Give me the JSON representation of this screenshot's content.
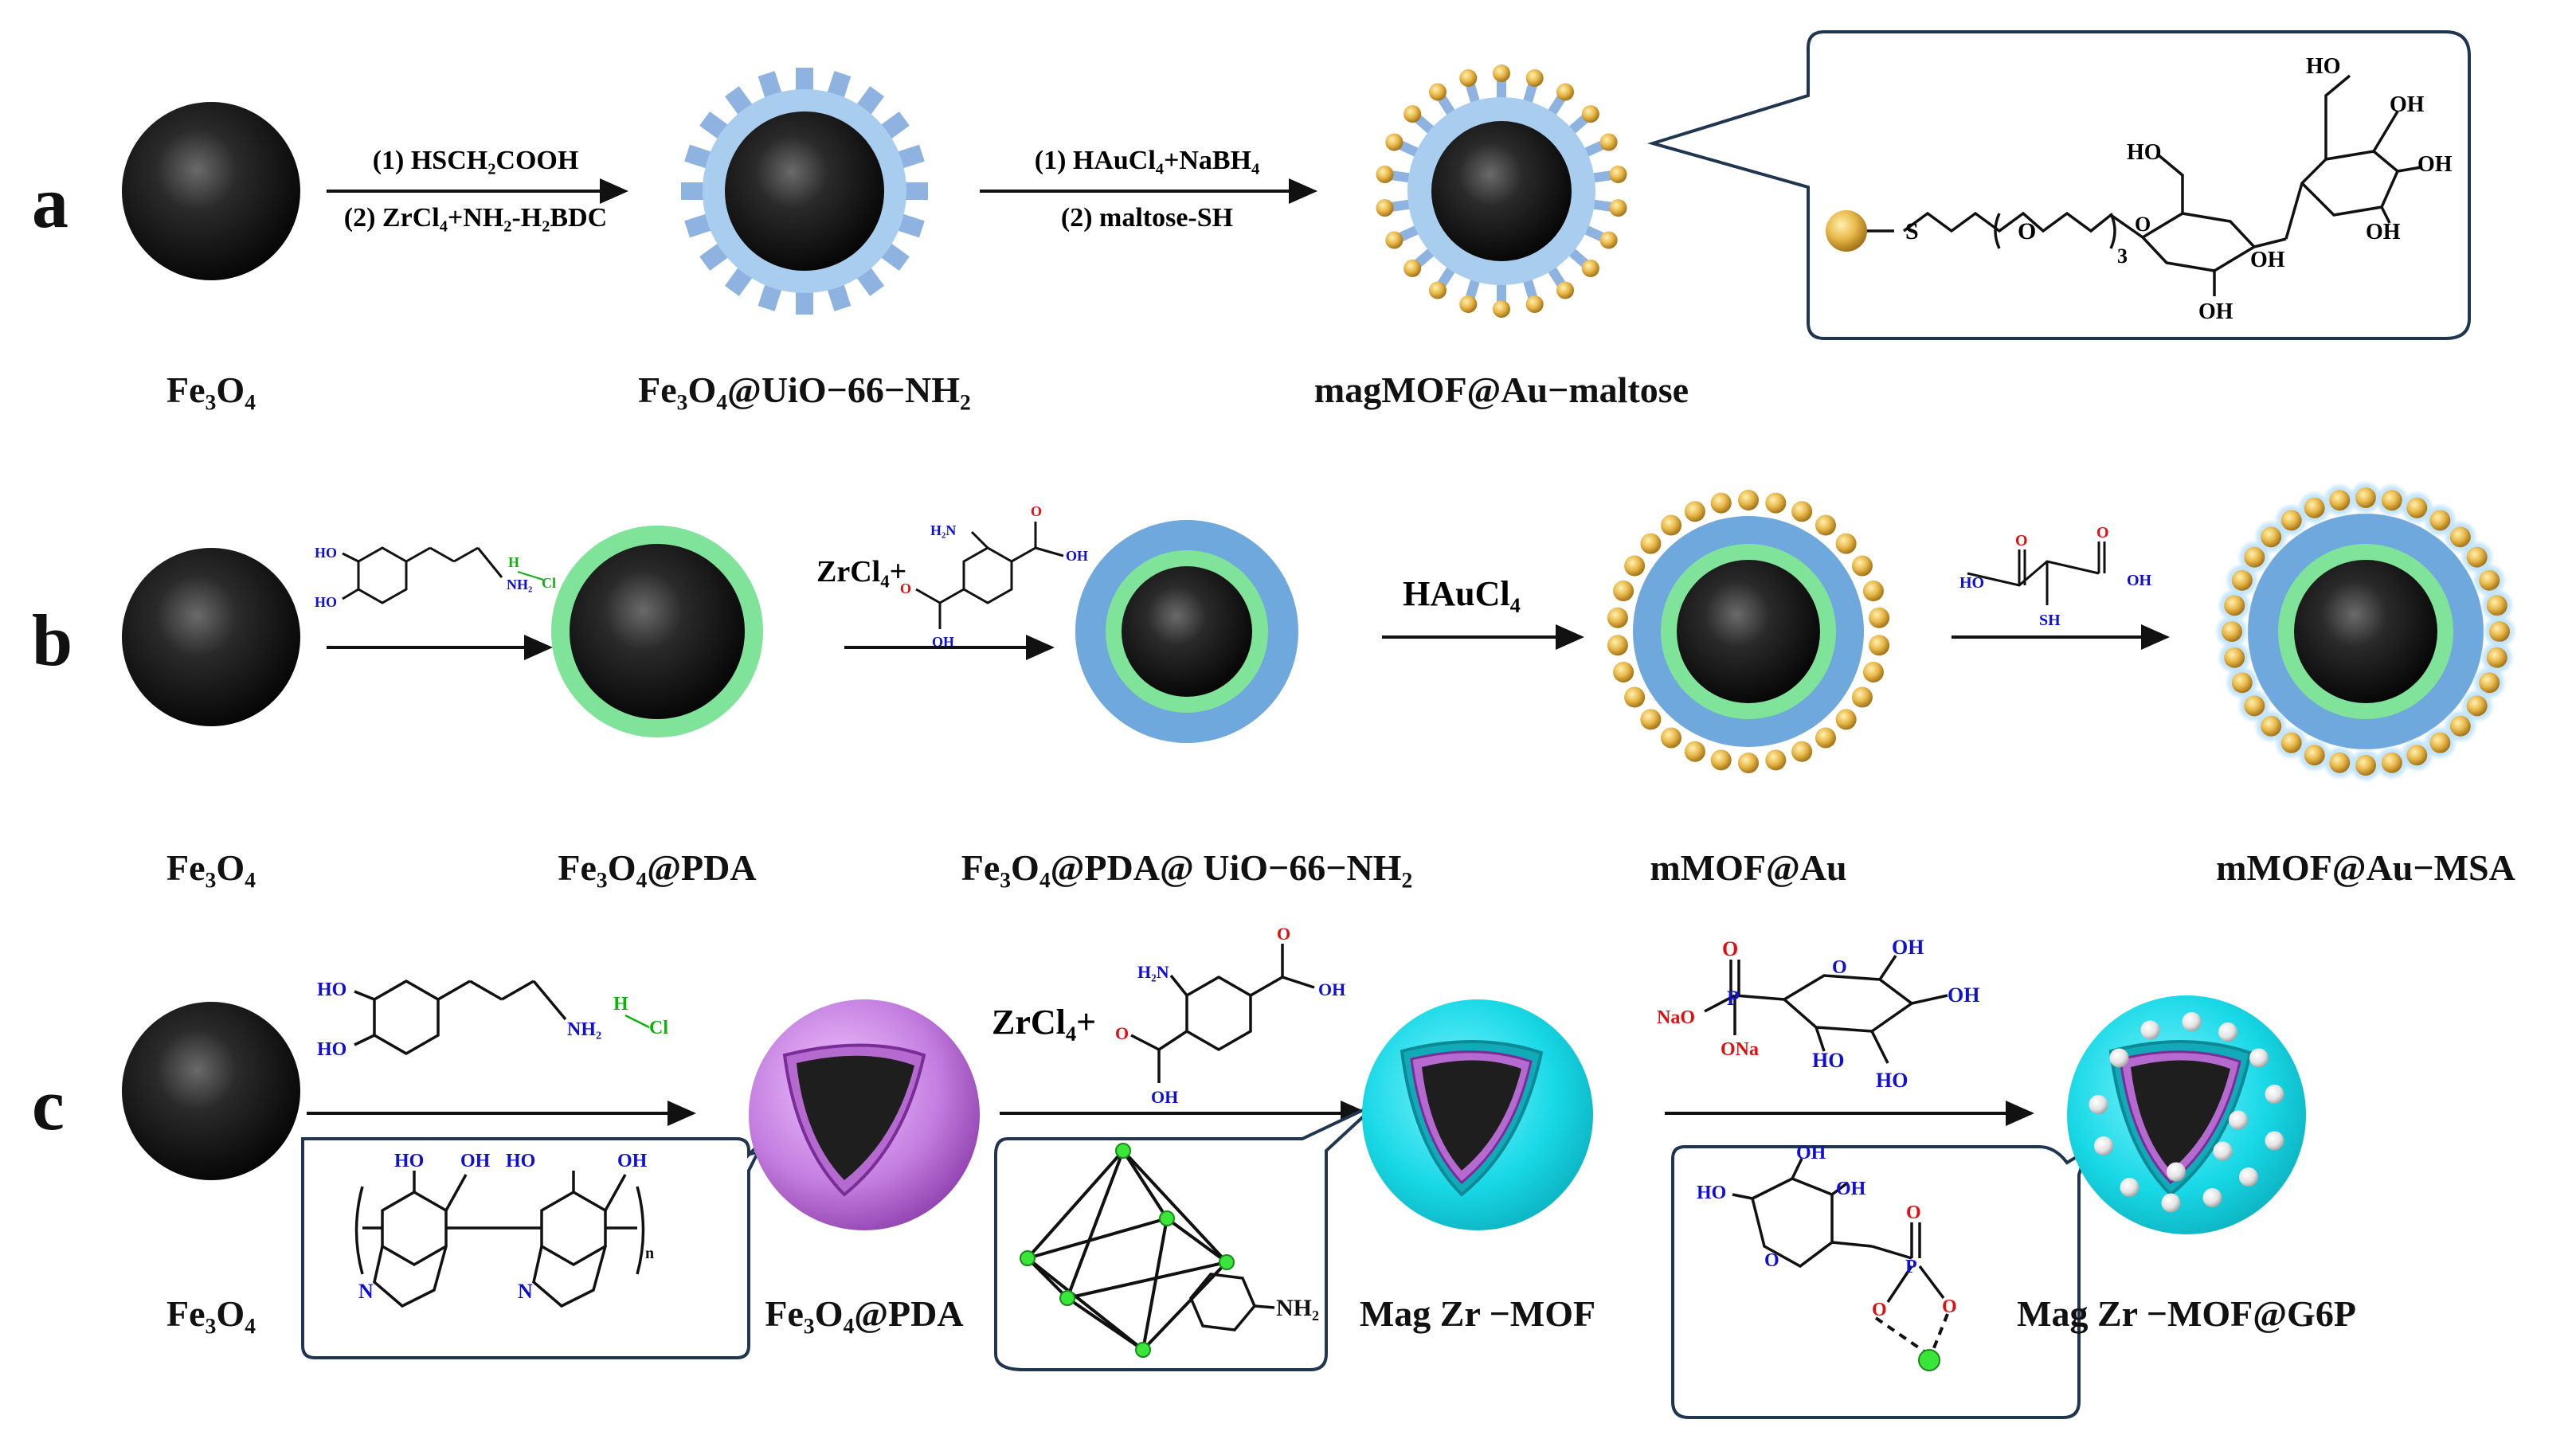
{
  "panels": {
    "a": {
      "letter": "a",
      "step1_line1": "(1) HSCH₂COOH",
      "step1_line2": "(2) ZrCl₄+NH₂-H₂BDC",
      "step2_line1": "(1) HAuCl₄+NaBH₄",
      "step2_line2": "(2) maltose-SH",
      "labels": [
        "Fe₃O₄",
        "Fe₃O₄@UiO−66−NH₂",
        "magMOF@Au−maltose"
      ],
      "ligand_atoms": {
        "s": "S",
        "o": "O",
        "sub3": "3",
        "oh": "OH",
        "ho": "HO"
      }
    },
    "b": {
      "letter": "b",
      "reagent2": "ZrCl₄+",
      "reagent3": "HAuCl₄",
      "labels": [
        "Fe₃O₄",
        "Fe₃O₄@PDA",
        "Fe₃O₄@PDA@ UiO−66−NH₂",
        "mMOF@Au",
        "mMOF@Au−MSA"
      ],
      "atoms": {
        "ho": "HO",
        "oh": "OH",
        "nh2": "NH₂",
        "h": "H",
        "cl": "Cl",
        "h2n": "H₂N",
        "o": "O",
        "sh": "SH"
      }
    },
    "c": {
      "letter": "c",
      "reagent2": "ZrCl₄+",
      "labels": [
        "Fe₃O₄",
        "Fe₃O₄@PDA",
        "Mag Zr −MOF",
        "Mag Zr −MOF@G6P"
      ],
      "atoms": {
        "ho": "HO",
        "oh": "OH",
        "nh2": "NH₂",
        "h": "H",
        "cl": "Cl",
        "h2n": "H₂N",
        "o": "O",
        "p": "P",
        "nao": "NaO",
        "ona": "ONa",
        "n": "N",
        "sub_n": "n",
        "minus": "−"
      }
    }
  },
  "colors": {
    "core": "#1a1a1a",
    "uio_shell": "#a9cdee",
    "uio_spike": "#8fb3e0",
    "pda_shell": "#7fe39a",
    "mof_shell": "#6fa8dc",
    "gold": "#e8b84a",
    "purple_shell": "#c97fe0",
    "cyan_shell": "#18d8e6",
    "white_np": "#e8e8e8",
    "zr_node": "#39e639",
    "blue_text": "#1010d0",
    "red_text": "#e01010",
    "green_text": "#10b010"
  }
}
